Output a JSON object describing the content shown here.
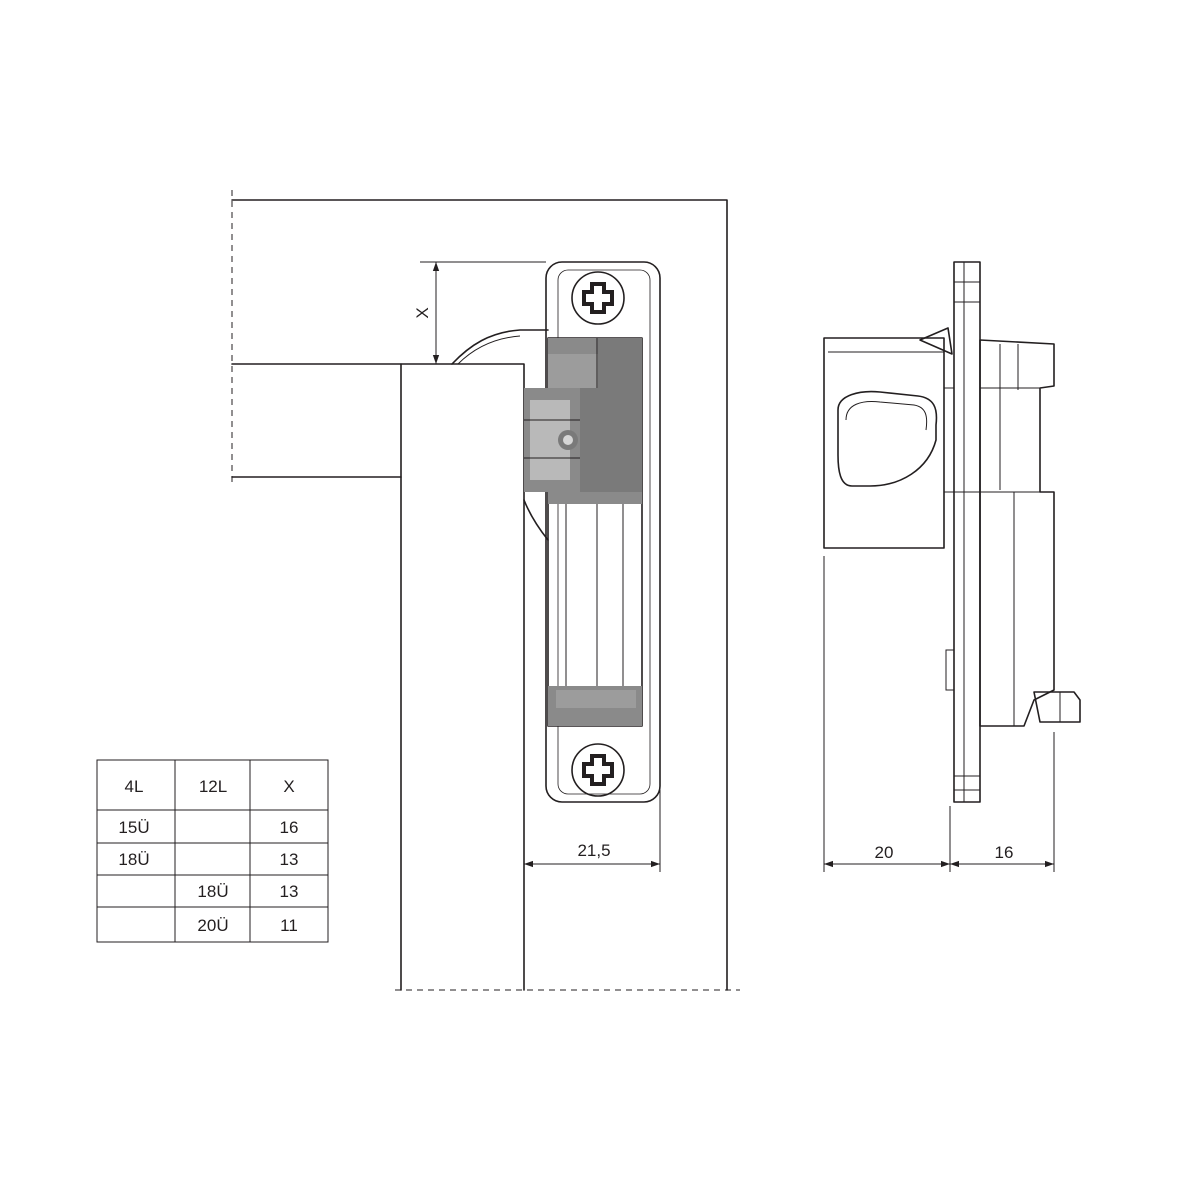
{
  "dimensions": {
    "x_label": "X",
    "width_mount": "21,5",
    "depth_body": "20",
    "depth_plate": "16"
  },
  "table": {
    "headers": [
      "4L",
      "12L",
      "X"
    ],
    "rows": [
      [
        "15Ü",
        "",
        "16"
      ],
      [
        "18Ü",
        "",
        "13"
      ],
      [
        "",
        "18Ü",
        "13"
      ],
      [
        "",
        "20Ü",
        "11"
      ]
    ]
  }
}
